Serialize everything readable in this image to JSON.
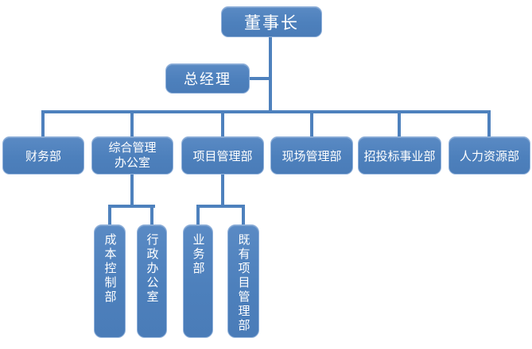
{
  "diagram": {
    "type": "org-chart",
    "background": "#ffffff",
    "colors": {
      "node_fill": "#4e81bd",
      "node_border": "#8fb0da",
      "connector": "#4e81bd",
      "text": "#ffffff"
    },
    "nodes": {
      "chairman": {
        "label": "董事长"
      },
      "general_manager": {
        "label": "总经理"
      },
      "departments": [
        {
          "label": "财务部"
        },
        {
          "label": "综合管理办公室",
          "line1": "综合管理",
          "line2": "办公室"
        },
        {
          "label": "项目管理部"
        },
        {
          "label": "现场管理部"
        },
        {
          "label": "招投标事业部"
        },
        {
          "label": "人力资源部"
        }
      ],
      "admin_office_children": [
        {
          "label": "成本控制部"
        },
        {
          "label": "行政办公室"
        }
      ],
      "project_dept_children": [
        {
          "label": "业务部"
        },
        {
          "label": "既有项目管理部"
        }
      ]
    }
  }
}
